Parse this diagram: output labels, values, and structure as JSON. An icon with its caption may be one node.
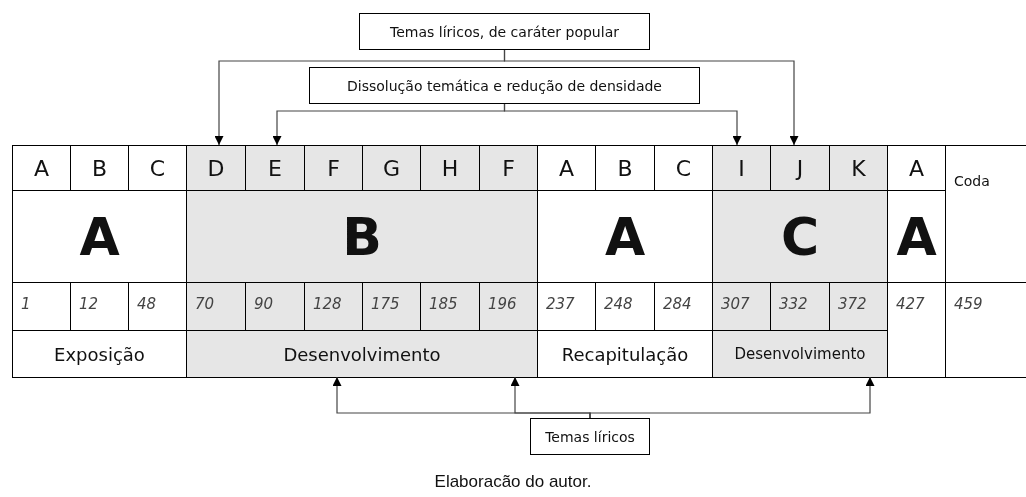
{
  "diagram": {
    "caption": "Elaboracão do autor.",
    "nodes": [
      {
        "text": [
          "Temas líricos, de caráter popular"
        ]
      },
      {
        "text": [
          "Dissolução temática e redução de densidade"
        ]
      },
      {
        "text": [
          "A"
        ]
      },
      {
        "text": [
          "B"
        ]
      },
      {
        "text": [
          "C"
        ]
      },
      {
        "text": [
          "D"
        ]
      },
      {
        "text": [
          "E"
        ]
      },
      {
        "text": [
          "F"
        ]
      },
      {
        "text": [
          "G"
        ]
      },
      {
        "text": [
          "H"
        ]
      },
      {
        "text": [
          "F"
        ]
      },
      {
        "text": [
          "A"
        ]
      },
      {
        "text": [
          "B"
        ]
      },
      {
        "text": [
          "C"
        ]
      },
      {
        "text": [
          "I"
        ]
      },
      {
        "text": [
          "J"
        ]
      },
      {
        "text": [
          "K"
        ]
      },
      {
        "text": [
          "A"
        ]
      },
      {
        "text": [
          "Coda"
        ]
      },
      {
        "text": [
          "A"
        ]
      },
      {
        "text": [
          "B"
        ]
      },
      {
        "text": [
          "A"
        ]
      },
      {
        "text": [
          "C"
        ]
      },
      {
        "text": [
          "A"
        ]
      },
      {
        "text": [
          "1"
        ]
      },
      {
        "text": [
          "12"
        ]
      },
      {
        "text": [
          "48"
        ]
      },
      {
        "text": [
          "70"
        ]
      },
      {
        "text": [
          "90"
        ]
      },
      {
        "text": [
          "128"
        ]
      },
      {
        "text": [
          "175"
        ]
      },
      {
        "text": [
          "185"
        ]
      },
      {
        "text": [
          "196"
        ]
      },
      {
        "text": [
          "237"
        ]
      },
      {
        "text": [
          "248"
        ]
      },
      {
        "text": [
          "284"
        ]
      },
      {
        "text": [
          "307"
        ]
      },
      {
        "text": [
          "332"
        ]
      },
      {
        "text": [
          "372"
        ]
      },
      {
        "text": [
          "427"
        ]
      },
      {
        "text": [
          "459"
        ]
      },
      {
        "text": [
          "Exposição"
        ]
      },
      {
        "text": [
          "Desenvolvimento"
        ]
      },
      {
        "text": [
          "Recapitulação"
        ]
      },
      {
        "text": [
          "Desenvolvimento"
        ]
      },
      {
        "text": [
          "Temas líricos"
        ]
      }
    ],
    "edges": [
      {
        "from": 0,
        "to": 5,
        "arrow": "to"
      },
      {
        "from": 0,
        "to": 15,
        "arrow": "to"
      },
      {
        "from": 1,
        "to": 6,
        "arrow": "to"
      },
      {
        "from": 1,
        "to": 14,
        "arrow": "to"
      },
      {
        "from": 45,
        "to": 42,
        "arrow": "to"
      },
      {
        "from": 45,
        "to": 42,
        "arrow": "to"
      },
      {
        "from": 45,
        "to": 44,
        "arrow": "to"
      }
    ]
  }
}
